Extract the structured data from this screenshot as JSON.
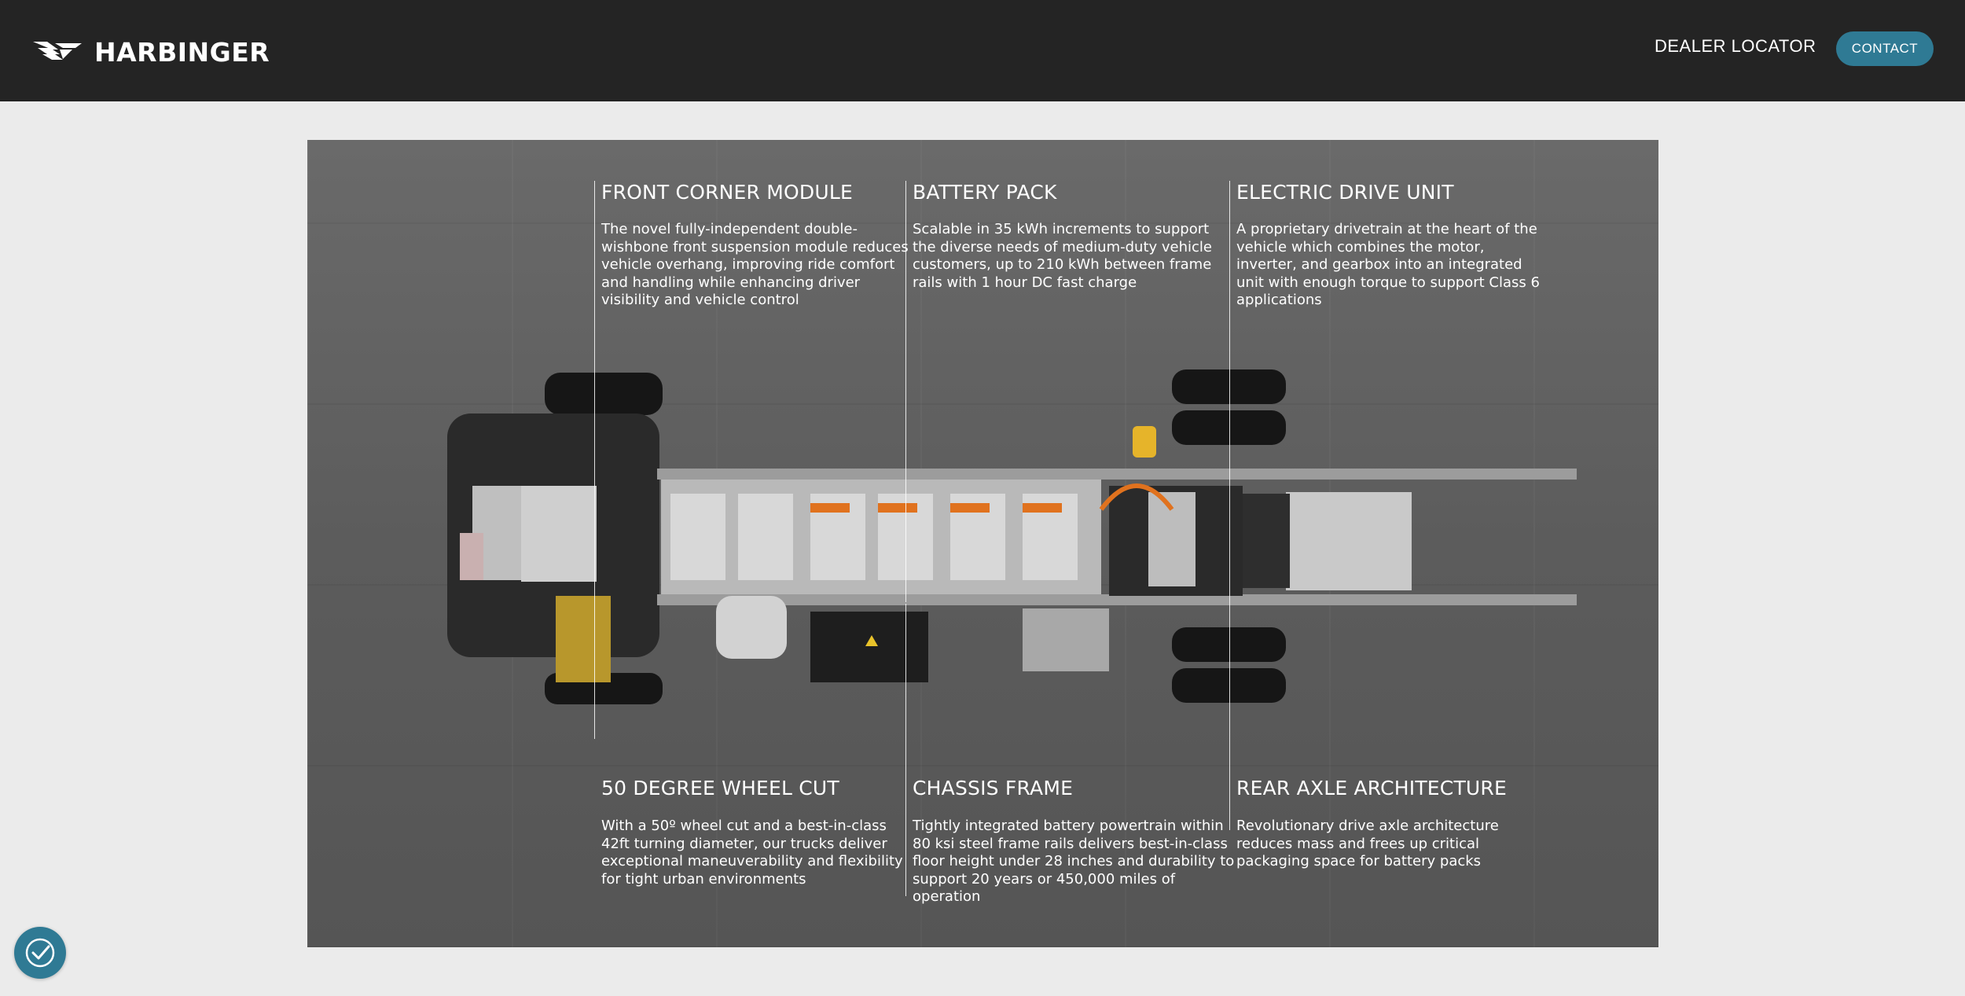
{
  "header": {
    "logo_text": "HARBINGER",
    "logo_icon": "harbinger-bird-logo",
    "nav_dealer_locator": "DEALER LOCATOR",
    "contact_label": "CONTACT"
  },
  "colors": {
    "header_bg": "#242424",
    "accent": "#2f7a94",
    "page_bg": "#ebebeb"
  },
  "features": {
    "front_corner_module": {
      "title": "FRONT CORNER MODULE",
      "desc": "The novel fully-independent double-wishbone front suspension module reduces vehicle overhang, improving ride comfort and handling while enhancing driver visibility and vehicle control"
    },
    "battery_pack": {
      "title": "BATTERY PACK",
      "desc": "Scalable in 35 kWh increments to support the diverse needs of medium-duty vehicle customers, up to 210 kWh between frame rails with 1 hour DC fast charge"
    },
    "electric_drive_unit": {
      "title": "ELECTRIC DRIVE UNIT",
      "desc": "A proprietary drivetrain at the heart of the vehicle which combines the motor, inverter, and gearbox into an integrated unit with enough torque to support Class 6 applications"
    },
    "wheel_cut": {
      "title": "50 DEGREE WHEEL CUT",
      "desc": "With a 50º wheel cut and a best-in-class 42ft turning diameter, our trucks deliver exceptional maneuverability and flexibility for tight urban environments"
    },
    "chassis_frame": {
      "title": "CHASSIS FRAME",
      "desc": "Tightly integrated battery powertrain within 80 ksi steel frame rails delivers best-in-class floor height under 28 inches and durability to support 20 years or 450,000 miles of operation"
    },
    "rear_axle": {
      "title": "REAR AXLE ARCHITECTURE",
      "desc": "Revolutionary drive axle architecture reduces mass and frees up critical packaging space for battery packs"
    }
  },
  "cookie_button": {
    "icon": "cookie-consent-checkmark-icon"
  }
}
